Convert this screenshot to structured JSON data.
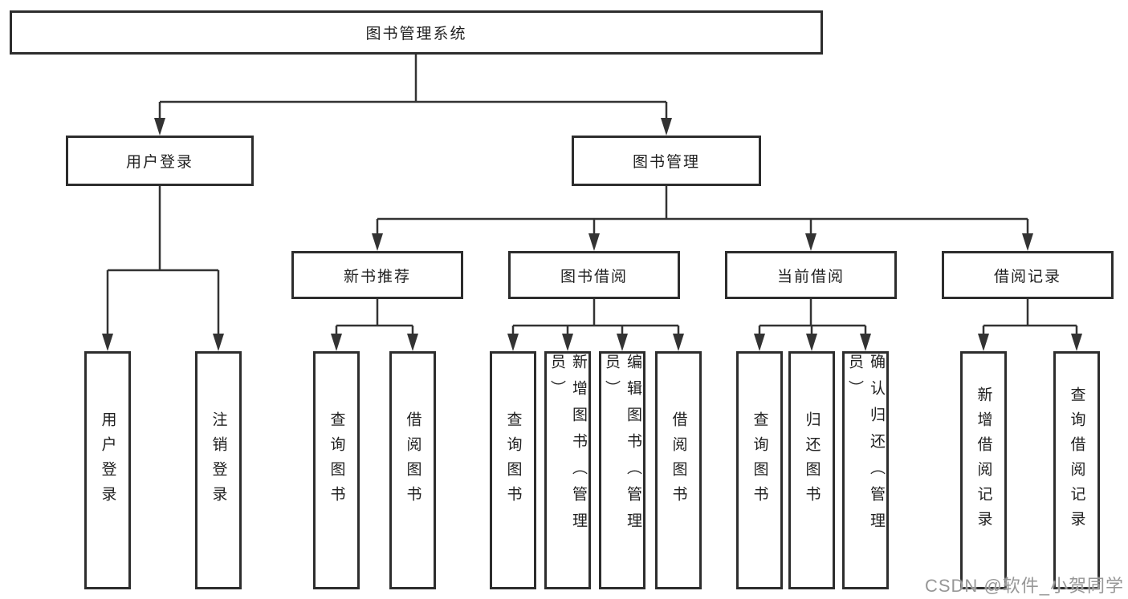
{
  "nodes": {
    "root": {
      "id": "system",
      "label": "图书管理系统"
    },
    "level2": [
      {
        "id": "user-login",
        "label": "用户登录",
        "parent": "图书管理系统"
      },
      {
        "id": "book-management",
        "label": "图书管理",
        "parent": "图书管理系统"
      }
    ],
    "level3": [
      {
        "id": "new-book-recommend",
        "label": "新书推荐",
        "parent": "图书管理"
      },
      {
        "id": "book-borrowing",
        "label": "图书借阅",
        "parent": "图书管理"
      },
      {
        "id": "current-borrowing",
        "label": "当前借阅",
        "parent": "图书管理"
      },
      {
        "id": "borrow-records",
        "label": "借阅记录",
        "parent": "图书管理"
      }
    ],
    "leaves": [
      {
        "id": "leaf-user-login",
        "label": "用户登录",
        "parent": "用户登录"
      },
      {
        "id": "leaf-logout",
        "label": "注销登录",
        "parent": "用户登录"
      },
      {
        "id": "leaf-query-books-recommend",
        "label": "查询图书",
        "parent": "新书推荐"
      },
      {
        "id": "leaf-borrow-books-recommend",
        "label": "借阅图书",
        "parent": "新书推荐"
      },
      {
        "id": "leaf-query-books-borrowing",
        "label": "查询图书",
        "parent": "图书借阅"
      },
      {
        "id": "leaf-add-books-admin",
        "label": "新增图书（管理员）",
        "parent": "图书借阅"
      },
      {
        "id": "leaf-edit-books-admin",
        "label": "编辑图书（管理员）",
        "parent": "图书借阅"
      },
      {
        "id": "leaf-borrow-books-borrowing",
        "label": "借阅图书",
        "parent": "图书借阅"
      },
      {
        "id": "leaf-query-books-current",
        "label": "查询图书",
        "parent": "当前借阅"
      },
      {
        "id": "leaf-return-books",
        "label": "归还图书",
        "parent": "当前借阅"
      },
      {
        "id": "leaf-confirm-return-admin",
        "label": "确认归还（管理员）",
        "parent": "当前借阅"
      },
      {
        "id": "leaf-add-borrow-record",
        "label": "新增借阅记录",
        "parent": "借阅记录"
      },
      {
        "id": "leaf-query-borrow-record",
        "label": "查询借阅记录",
        "parent": "借阅记录"
      }
    ]
  },
  "watermark": {
    "text": "CSDN @软件_小贺同学"
  },
  "colors": {
    "line": "#333333",
    "box_border": "#2d2d2d",
    "box_fill": "#ffffff",
    "text": "#1f1f1f",
    "watermark": "#979797",
    "background": "#ffffff"
  }
}
